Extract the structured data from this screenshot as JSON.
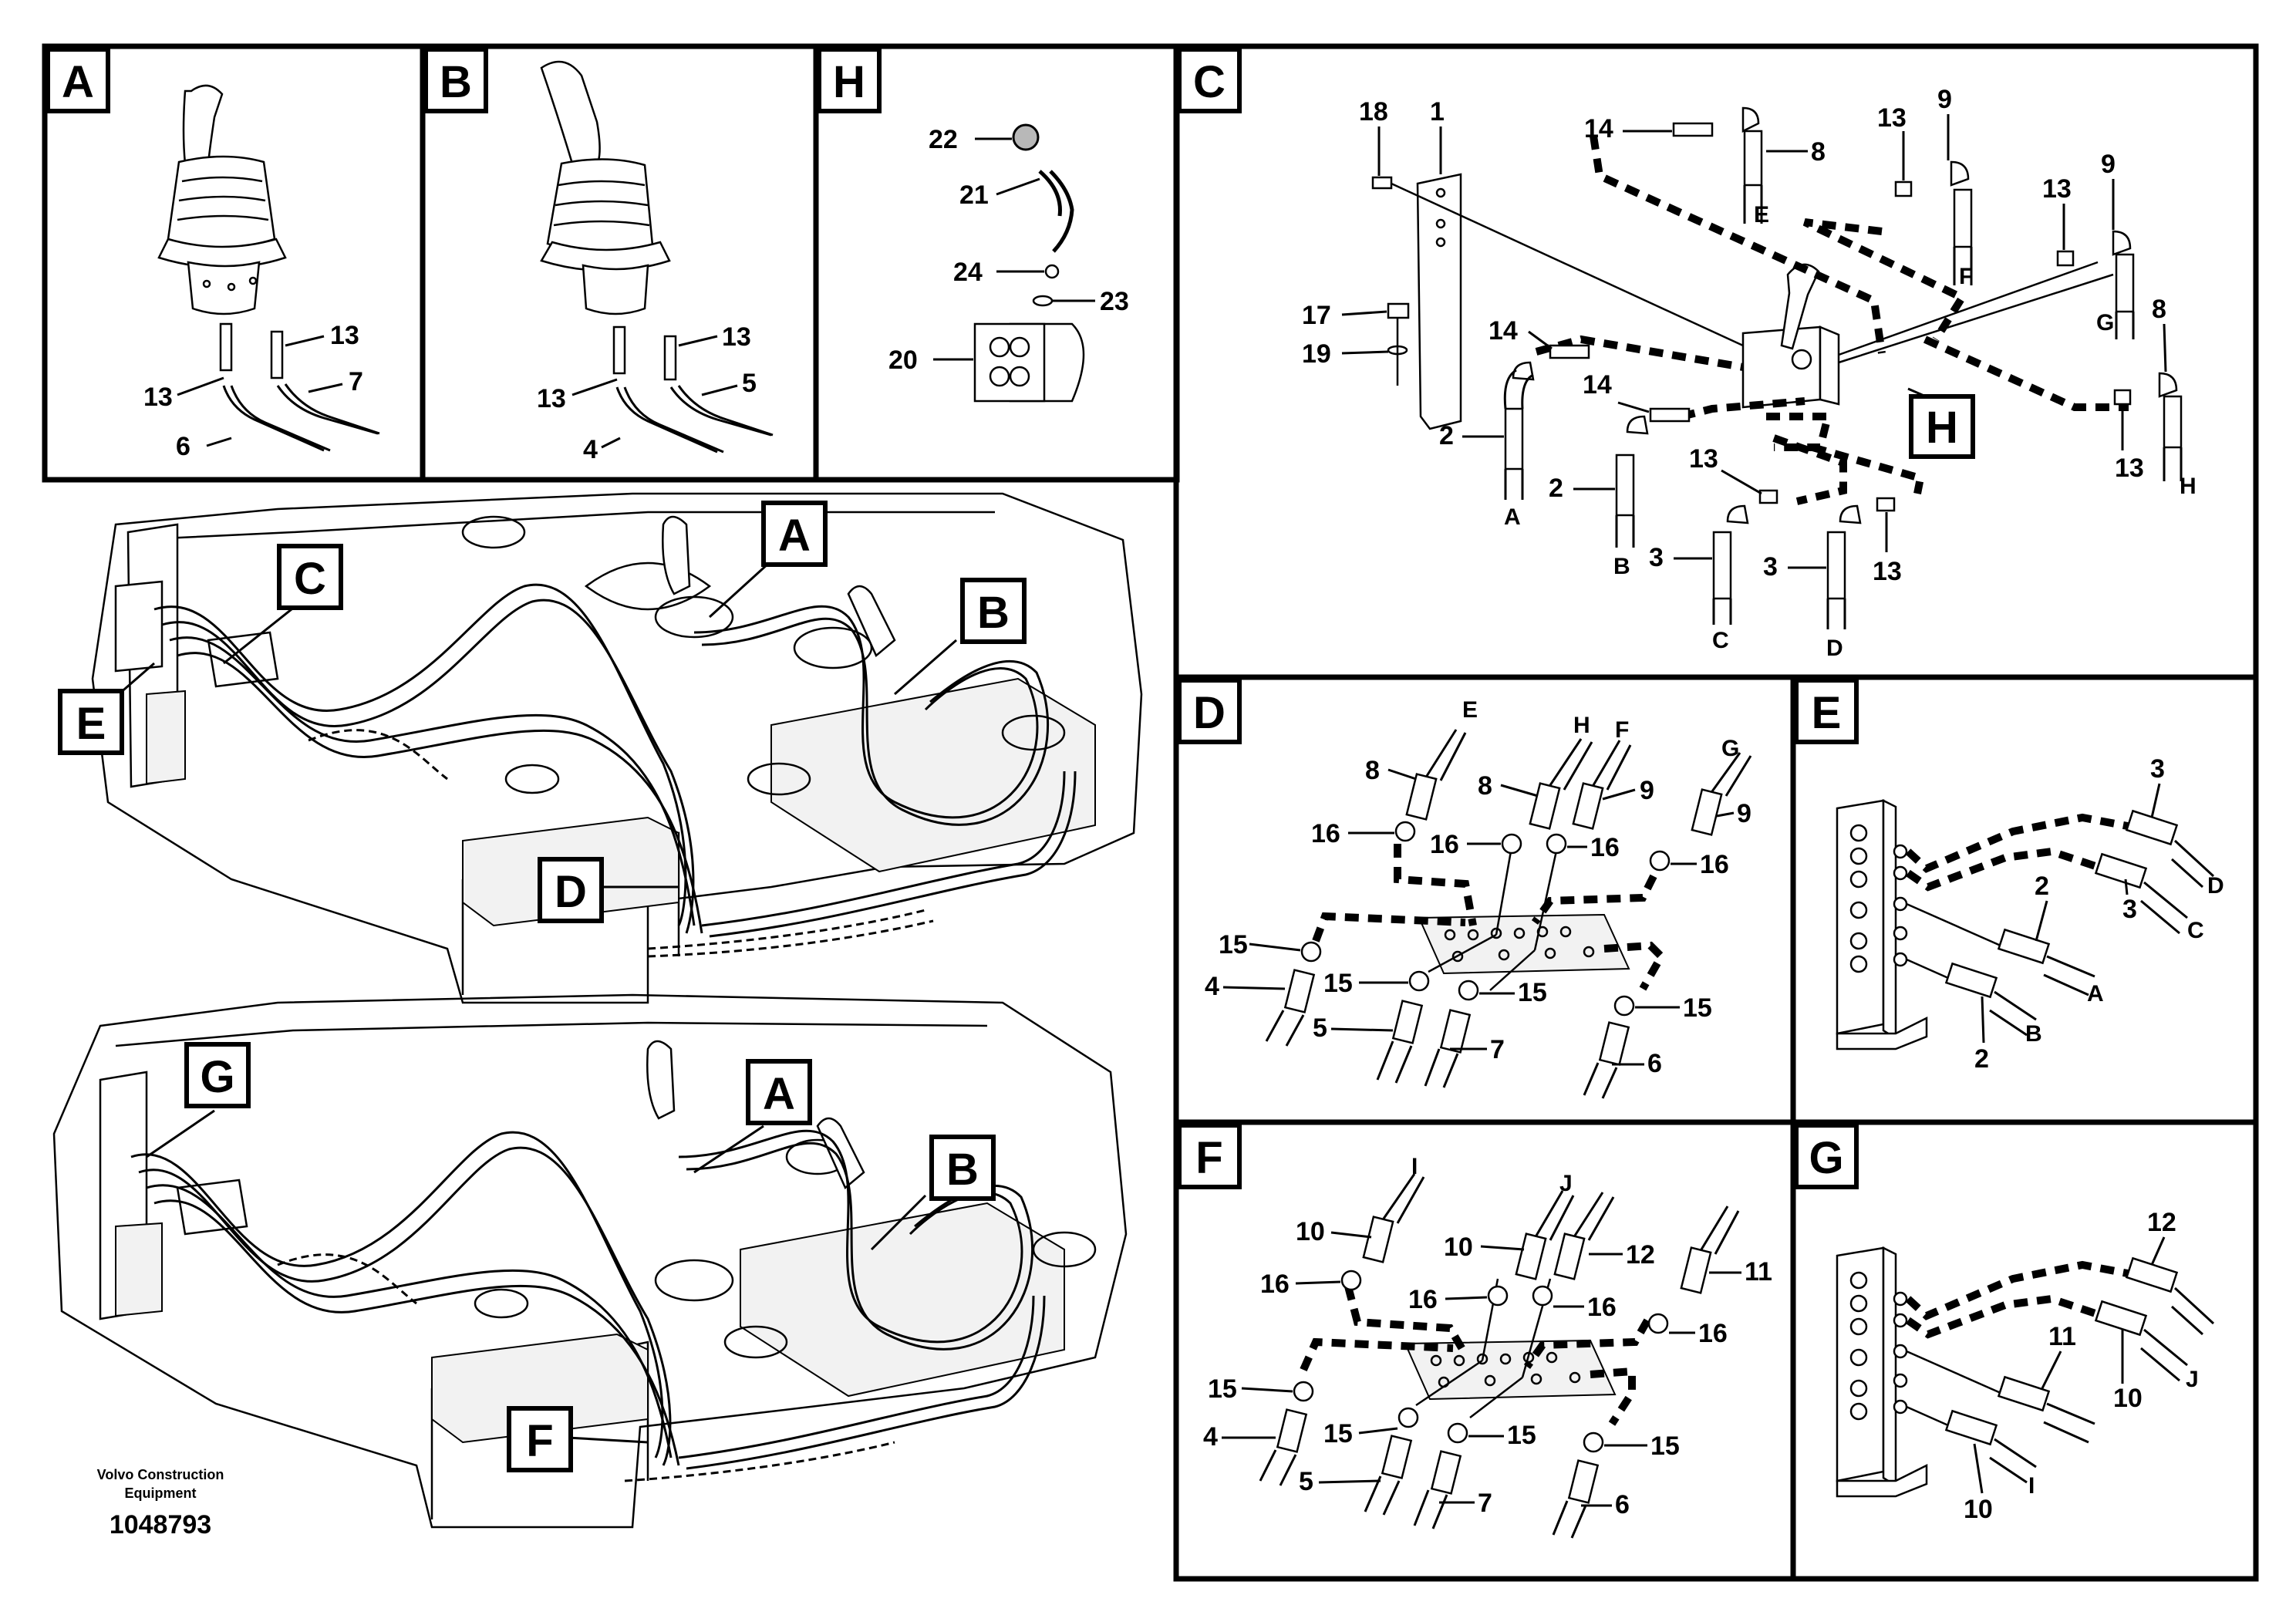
{
  "views": {
    "A": {
      "tag": "A",
      "labels": [
        "13",
        "13",
        "6",
        "7"
      ]
    },
    "B": {
      "tag": "B",
      "labels": [
        "13",
        "13",
        "4",
        "5"
      ]
    },
    "H": {
      "tag": "H",
      "labels": [
        "22",
        "21",
        "24",
        "23",
        "20"
      ]
    },
    "C": {
      "tag": "C",
      "labels": [
        "18",
        "1",
        "14",
        "8",
        "13",
        "9",
        "13",
        "9",
        "17",
        "19",
        "14",
        "2",
        "A",
        "14",
        "2",
        "B",
        "13",
        "3",
        "C",
        "3",
        "13",
        "D",
        "E",
        "F",
        "G",
        "8",
        "13",
        "H"
      ],
      "callout_tag": "H"
    },
    "D": {
      "tag": "D",
      "labels": [
        "E",
        "H",
        "F",
        "G",
        "8",
        "8",
        "9",
        "9",
        "16",
        "16",
        "16",
        "16",
        "15",
        "4",
        "15",
        "5",
        "15",
        "7",
        "15",
        "6"
      ]
    },
    "E": {
      "tag": "E",
      "labels": [
        "3",
        "D",
        "2",
        "3",
        "C",
        "A",
        "2",
        "B"
      ]
    },
    "F": {
      "tag": "F",
      "labels": [
        "I",
        "J",
        "10",
        "10",
        "12",
        "11",
        "16",
        "16",
        "16",
        "16",
        "15",
        "4",
        "15",
        "5",
        "15",
        "7",
        "15",
        "6"
      ]
    },
    "G": {
      "tag": "G",
      "labels": [
        "12",
        "11",
        "10",
        "J",
        "10",
        "I"
      ]
    }
  },
  "overview_top": {
    "callouts": [
      "C",
      "A",
      "B",
      "E",
      "D"
    ]
  },
  "overview_bottom": {
    "callouts": [
      "G",
      "A",
      "B",
      "F"
    ]
  },
  "footer": {
    "company_line1": "Volvo Construction",
    "company_line2": "Equipment",
    "drawing_number": "1048793"
  }
}
